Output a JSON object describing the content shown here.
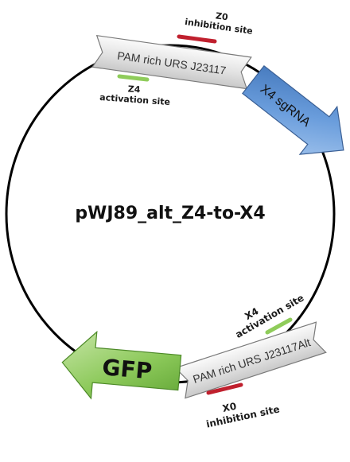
{
  "title": "pWJ89_alt_Z4-to-X4",
  "parts": {
    "promoter_top": {
      "label": "PAM rich URS J23117"
    },
    "promoter_bottom": {
      "label": "PAM rich URS J23117Alt"
    },
    "sgrna": {
      "label": "X4 sgRNA"
    },
    "gfp": {
      "label": "GFP"
    }
  },
  "sites": {
    "z0_inhibition": {
      "line1": "Z0",
      "line2": "inhibition site",
      "color": "#c0202e"
    },
    "z4_activation": {
      "line1": "Z4",
      "line2": "activation site",
      "color": "#8fcc5a"
    },
    "x4_activation": {
      "line1": "X4",
      "line2": "activation site",
      "color": "#8fcc5a"
    },
    "x0_inhibition": {
      "line1": "X0",
      "line2": "inhibition site",
      "color": "#c0202e"
    }
  },
  "colors": {
    "backbone": "#000000",
    "promoter_fill": "#e6e6e6",
    "sgrna_fill": "#5b8fd0",
    "gfp_fill": "#8cc95a"
  }
}
